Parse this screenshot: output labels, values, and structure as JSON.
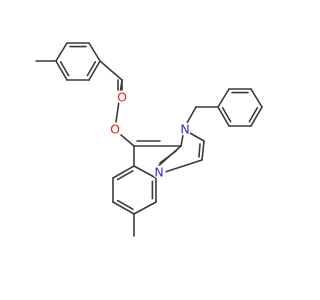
{
  "molecule": {
    "atom_labels": [
      {
        "id": "O_carbonyl",
        "text": "O",
        "color": "#e0201b"
      },
      {
        "id": "O_ester",
        "text": "O",
        "color": "#e0201b"
      },
      {
        "id": "N_benzyl",
        "text": "N",
        "color": "#2a2aeb"
      },
      {
        "id": "N_ring",
        "text": "N",
        "color": "#2a2aeb"
      }
    ],
    "bond_color": "#3a3a3a"
  }
}
